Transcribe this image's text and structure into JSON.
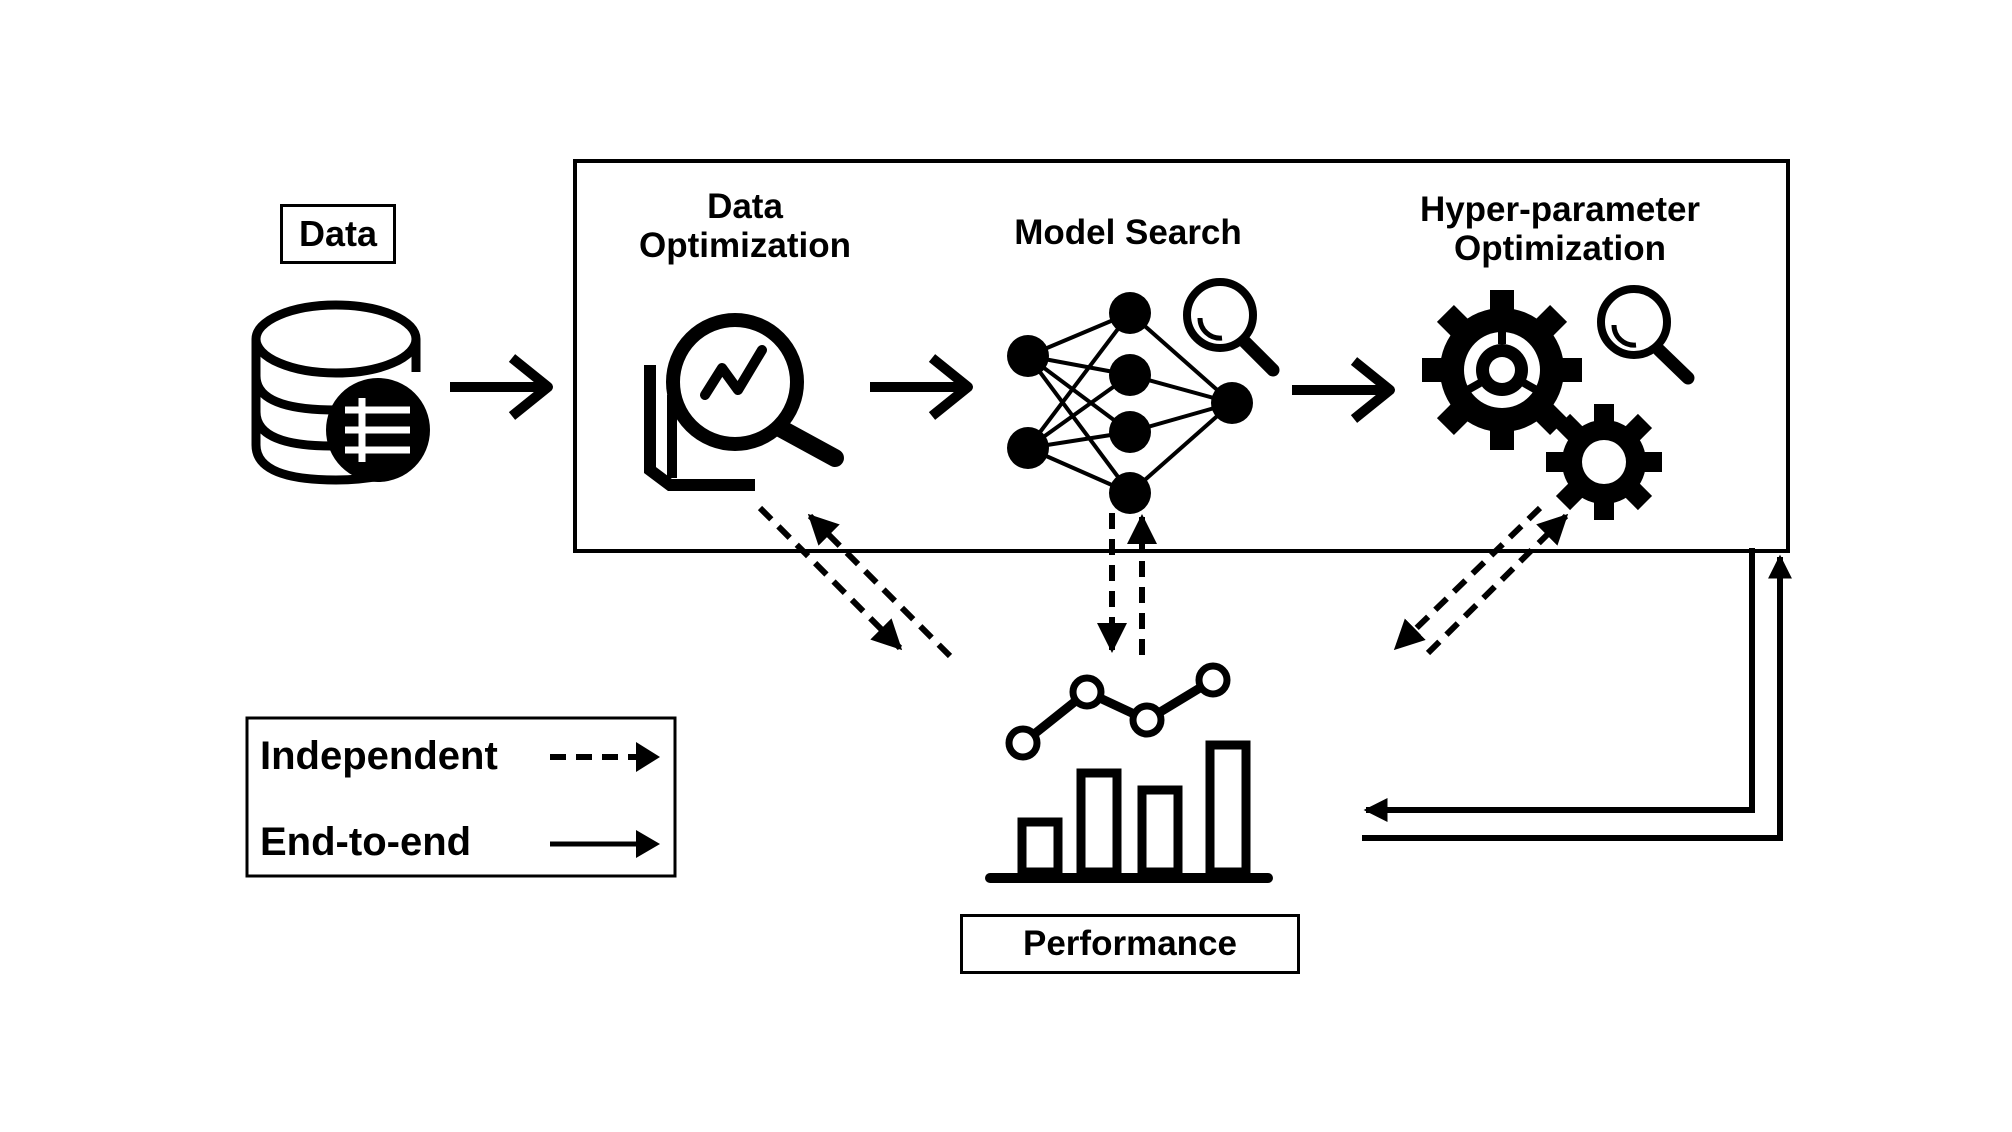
{
  "labels": {
    "data": "Data",
    "data_optimization_line1": "Data",
    "data_optimization_line2": "Optimization",
    "model_search": "Model Search",
    "hyper_line1": "Hyper-parameter",
    "hyper_line2": "Optimization",
    "performance": "Performance"
  },
  "legend": {
    "independent": "Independent",
    "end_to_end": "End-to-end"
  },
  "icons": [
    "database-icon",
    "data-analysis-icon",
    "neural-network-icon",
    "magnifier-icon",
    "gears-icon",
    "bar-line-chart-icon"
  ],
  "colors": {
    "stroke": "#000000",
    "background": "#ffffff"
  }
}
